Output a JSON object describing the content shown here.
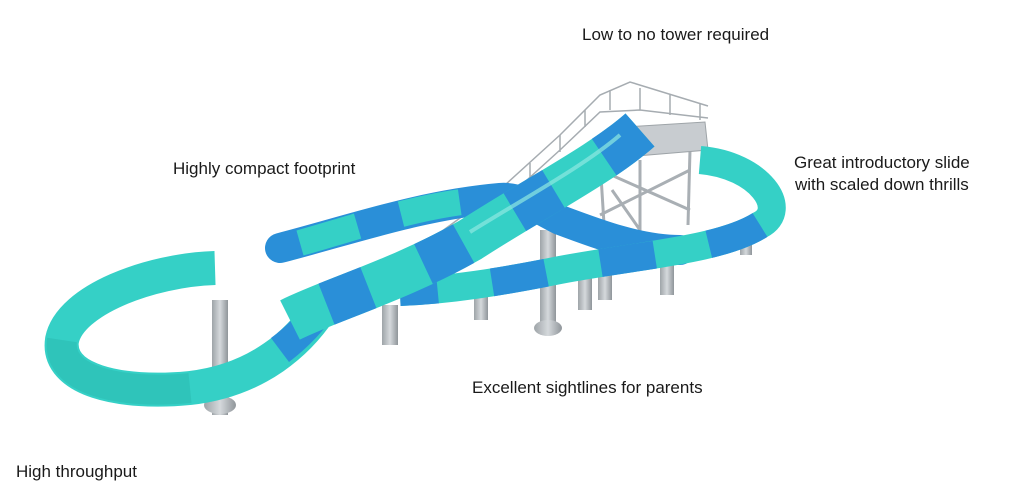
{
  "callouts": {
    "tower": "Low to no tower required",
    "footprint": "Highly compact footprint",
    "intro_line1": "Great introductory slide",
    "intro_line2": "with scaled down thrills",
    "sightlines": "Excellent sightlines for parents",
    "throughput": "High throughput"
  },
  "colors": {
    "slide_teal": "#35d0c6",
    "slide_blue": "#2a8fd8",
    "support_grey": "#b9bec2",
    "rail_grey": "#9aa1a6"
  },
  "image": {
    "subject": "water-slide-rendering"
  }
}
